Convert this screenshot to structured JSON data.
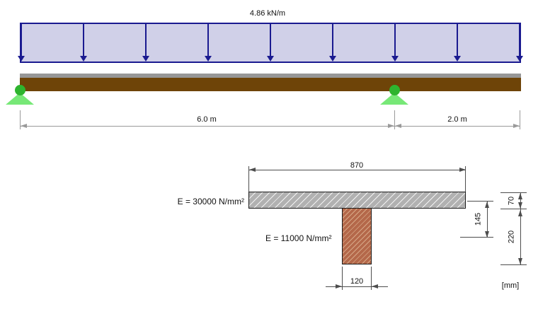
{
  "beam_diagram": {
    "load_label": "4.86 kN/m",
    "load_arrow_count": 9,
    "dimensions": {
      "left_span": "6.0 m",
      "right_span": "2.0 m"
    },
    "colors": {
      "load_fill": "#d0d0e8",
      "load_border": "#1a1a90",
      "beam_deck": "#979797",
      "beam_body": "#6e4408",
      "support_pin": "#2eb42e",
      "support_base": "#77e877"
    }
  },
  "cross_section": {
    "labels": {
      "flange_modulus": "E = 30000 N/mm²",
      "web_modulus": "E = 11000 N/mm²",
      "units": "[mm]"
    },
    "dimensions": {
      "flange_width": "870",
      "web_width": "120",
      "flange_height": "70",
      "centroid_offset": "145",
      "web_height": "220"
    },
    "colors": {
      "flange_fill": "#b1b1b1",
      "flange_hatch": "#f2f2f2",
      "web_fill": "#b4684a",
      "web_hatch": "#d8a988"
    }
  }
}
